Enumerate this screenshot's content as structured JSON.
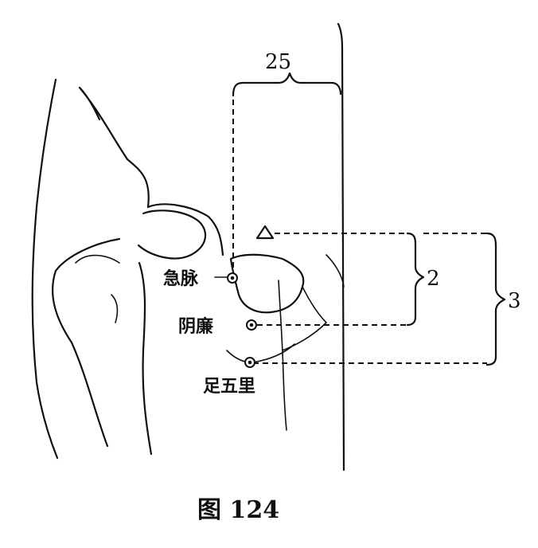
{
  "points": [
    {
      "name": "急脉"
    },
    {
      "name": "阴廉"
    },
    {
      "name": "足五里"
    }
  ],
  "measurements": {
    "horizontal": "25",
    "vertical_short": "2",
    "vertical_long": "3"
  },
  "caption": "图 124"
}
